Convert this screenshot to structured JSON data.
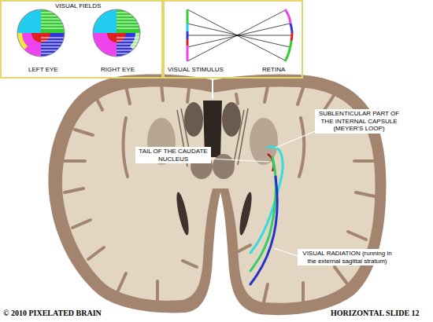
{
  "diagram": {
    "nodes": [
      {
        "text": [
          "VISUAL FIELDS",
          "LEFT EYE",
          "RIGHT EYE"
        ]
      },
      {
        "text": [
          "VISUAL STIMULUS",
          "RETINA"
        ]
      }
    ],
    "labels": [
      "SUBLENTICULAR PART OF THE INTERNAL CAPSULE (MEYER'S LOOP)",
      "TAIL OF THE CAUDATE NUCLEUS",
      "VISUAL RADIATION (running in the external sagittal stratum)",
      "© 2010 PIXELATED BRAIN",
      "HORIZONTAL SLIDE 12"
    ]
  }
}
